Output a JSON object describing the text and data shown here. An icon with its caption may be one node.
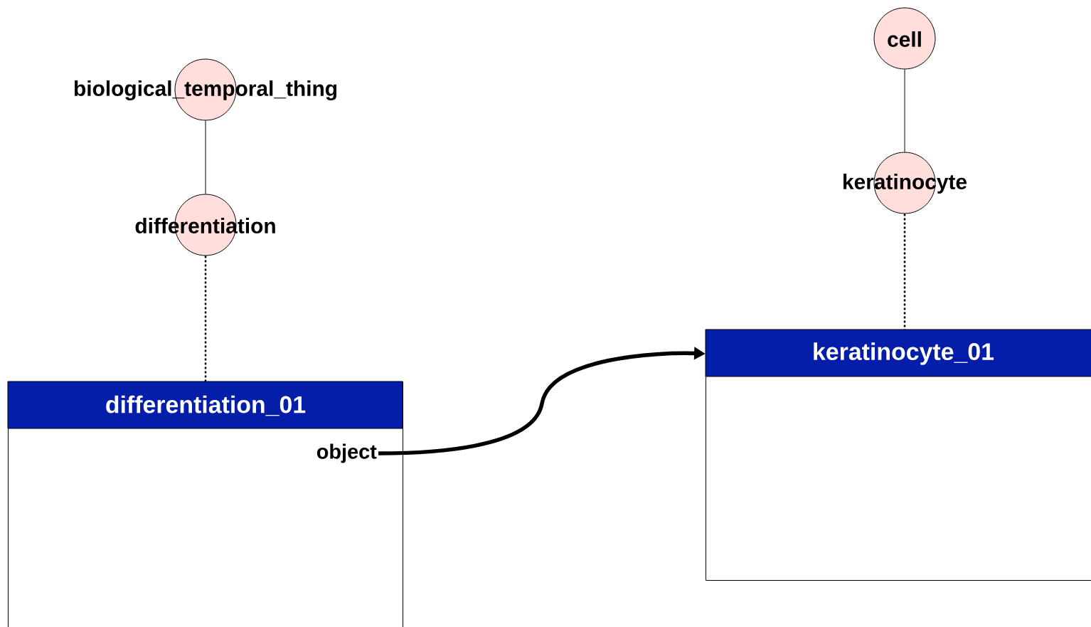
{
  "diagram": {
    "nodes": [
      {
        "text": [
          "biological_temporal_thing"
        ]
      },
      {
        "text": [
          "differentiation"
        ]
      },
      {
        "text": [
          "cell"
        ]
      },
      {
        "text": [
          "keratinocyte"
        ]
      },
      {
        "text": [
          "differentiation_01"
        ]
      },
      {
        "text": [
          "object"
        ],
        "in": 4
      },
      {
        "text": [
          "keratinocyte_01"
        ]
      }
    ],
    "edges": [
      {
        "from": 0,
        "to": 1,
        "arrow": "none"
      },
      {
        "from": 1,
        "to": 4,
        "arrow": "none",
        "style": "dashed"
      },
      {
        "from": 2,
        "to": 3,
        "arrow": "none"
      },
      {
        "from": 3,
        "to": 6,
        "arrow": "none",
        "style": "dashed"
      },
      {
        "from": 5,
        "to": 6,
        "arrow": "to",
        "style": "thick"
      }
    ]
  }
}
